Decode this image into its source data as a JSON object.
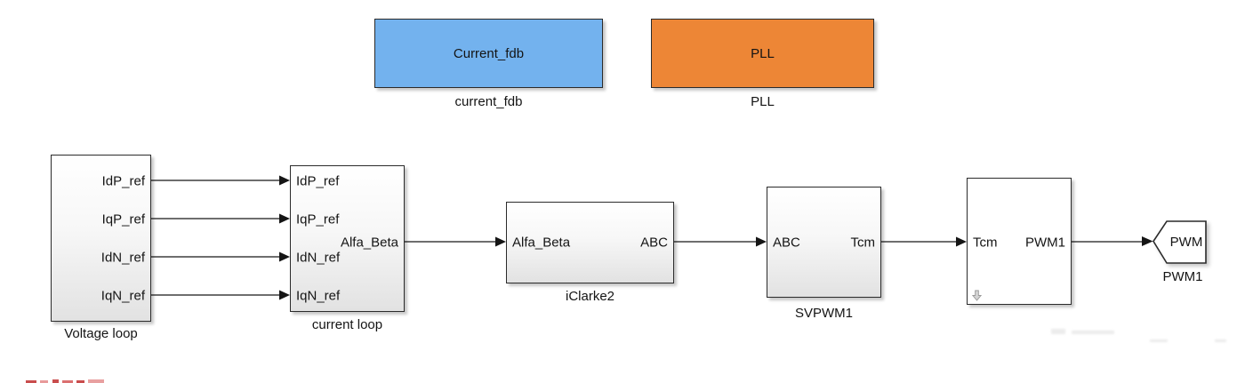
{
  "diagram": {
    "current_fdb": {
      "text": "Current_fdb",
      "label": "current_fdb",
      "fill": "#73b2ee"
    },
    "pll": {
      "text": "PLL",
      "label": "PLL",
      "fill": "#ed8636"
    },
    "voltage_loop": {
      "label": "Voltage loop",
      "outputs": [
        "IdP_ref",
        "IqP_ref",
        "IdN_ref",
        "IqN_ref"
      ]
    },
    "current_loop": {
      "label": "current loop",
      "inputs": [
        "IdP_ref",
        "IqP_ref",
        "IdN_ref",
        "IqN_ref"
      ],
      "outputs": [
        "Alfa_Beta"
      ]
    },
    "iclarke2": {
      "label": "iClarke2",
      "inputs": [
        "Alfa_Beta"
      ],
      "outputs": [
        "ABC"
      ]
    },
    "svpwm1": {
      "label": "SVPWM1",
      "inputs": [
        "ABC"
      ],
      "outputs": [
        "Tcm"
      ]
    },
    "pwm_subsystem": {
      "inputs": [
        "Tcm"
      ],
      "outputs": [
        "PWM1"
      ],
      "badge_icon": "down-arrow"
    },
    "pwm_tag": {
      "text": "PWM",
      "label": "PWM1"
    }
  },
  "colors": {
    "block_blue": "#73b2ee",
    "block_orange": "#ed8636",
    "block_border": "#2b2b2b",
    "wire": "#3f3f3f",
    "arrowhead": "#151515",
    "label_text": "#141414",
    "clipped_red_text": "#c94d4d"
  }
}
